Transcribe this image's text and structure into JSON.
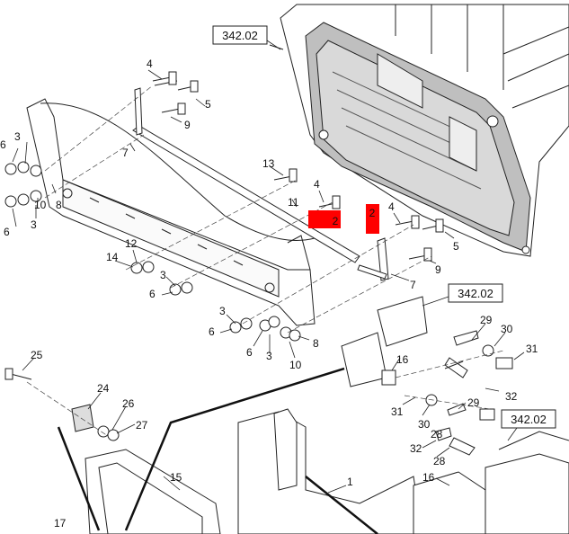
{
  "diagram": {
    "reference_boxes": [
      "342.02",
      "342.02",
      "342.02"
    ],
    "highlighted_callouts": [
      "2",
      "2"
    ],
    "highlight_color": "#ff0000",
    "callouts": [
      "4",
      "5",
      "9",
      "7",
      "6",
      "3",
      "10",
      "8",
      "6",
      "3",
      "13",
      "4",
      "11",
      "4",
      "5",
      "9",
      "7",
      "12",
      "14",
      "3",
      "6",
      "3",
      "6",
      "3",
      "8",
      "6",
      "10",
      "16",
      "29",
      "30",
      "31",
      "25",
      "24",
      "26",
      "27",
      "31",
      "30",
      "29",
      "32",
      "28",
      "32",
      "16",
      "15",
      "1",
      "17",
      "28"
    ]
  }
}
